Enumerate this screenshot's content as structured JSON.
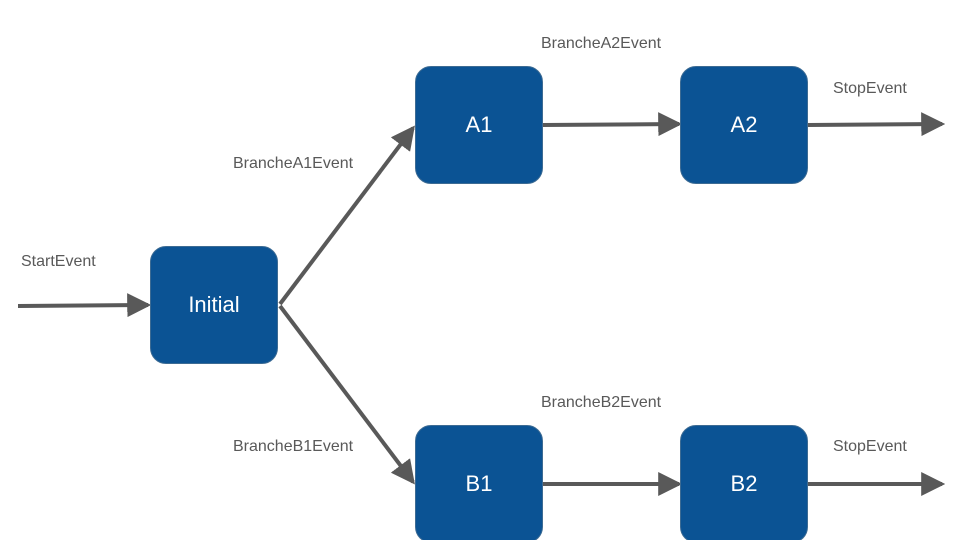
{
  "colors": {
    "node_fill": "#0b5394",
    "node_border": "#3d6b93",
    "node_text": "#ffffff",
    "edge": "#595959",
    "label": "#595959"
  },
  "nodes": {
    "initial": "Initial",
    "a1": "A1",
    "a2": "A2",
    "b1": "B1",
    "b2": "B2"
  },
  "edges": {
    "start": "StartEvent",
    "branch_a1": "BrancheA1Event",
    "branch_a2": "BrancheA2Event",
    "branch_b1": "BrancheB1Event",
    "branch_b2": "BrancheB2Event",
    "stop_a": "StopEvent",
    "stop_b": "StopEvent"
  }
}
